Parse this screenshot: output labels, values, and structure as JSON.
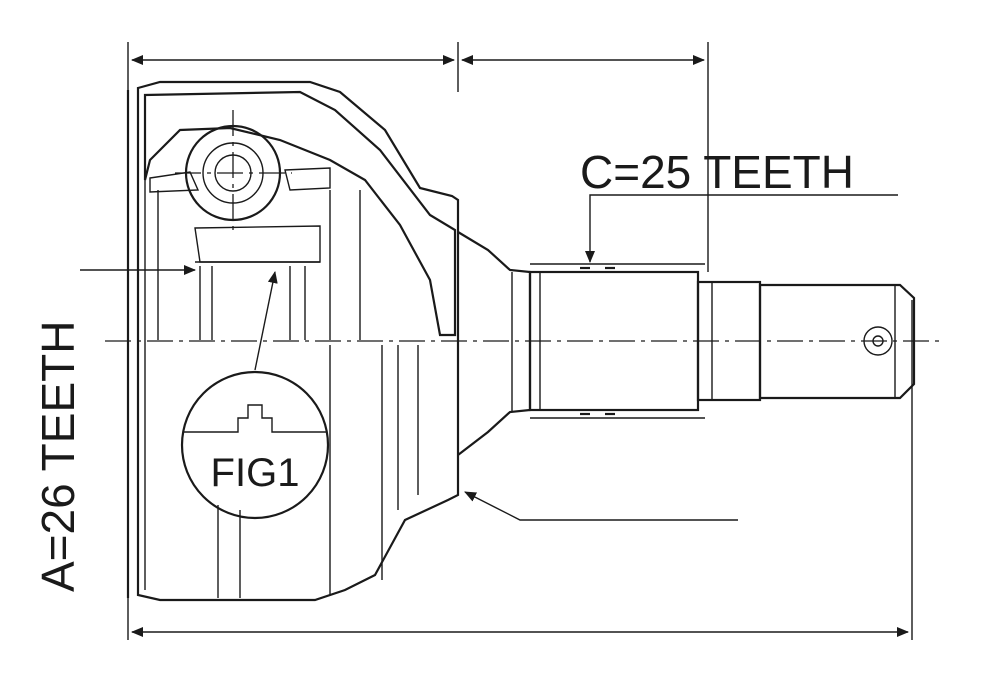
{
  "labels": {
    "spline_c": "C=25 TEETH",
    "spline_a": "A=26 TEETH",
    "figure": "FIG1"
  },
  "colors": {
    "line": "#1a1a1a",
    "background": "#ffffff"
  }
}
